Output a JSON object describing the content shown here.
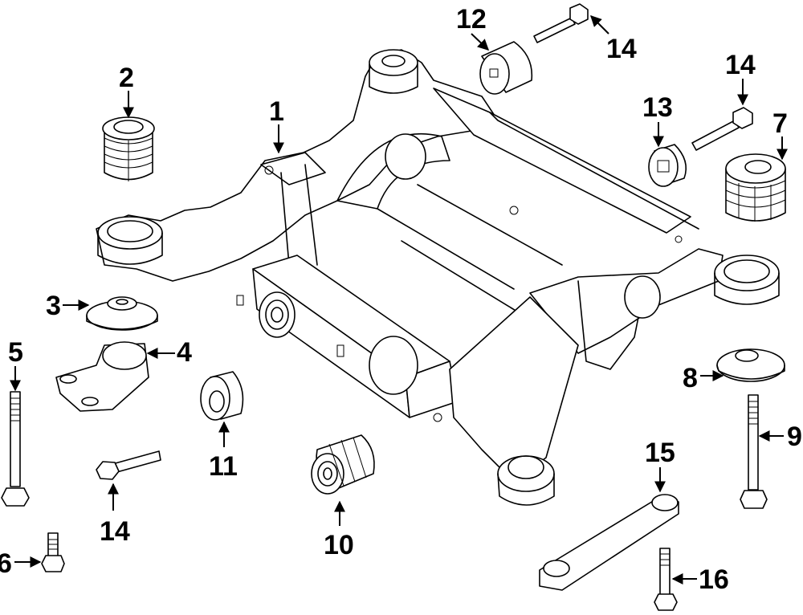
{
  "diagram": {
    "title": "Subframe exploded parts diagram",
    "callouts": [
      {
        "id": "c1",
        "label": "1",
        "part": "subframe"
      },
      {
        "id": "c2",
        "label": "2",
        "part": "bushing-front-left"
      },
      {
        "id": "c3",
        "label": "3",
        "part": "upper-washer"
      },
      {
        "id": "c4",
        "label": "4",
        "part": "mount-bracket"
      },
      {
        "id": "c5",
        "label": "5",
        "part": "long-bolt"
      },
      {
        "id": "c6",
        "label": "6",
        "part": "short-bolt"
      },
      {
        "id": "c7",
        "label": "7",
        "part": "bushing-rear-right"
      },
      {
        "id": "c8",
        "label": "8",
        "part": "lower-washer"
      },
      {
        "id": "c9",
        "label": "9",
        "part": "long-bolt-right"
      },
      {
        "id": "c10",
        "label": "10",
        "part": "ribbed-bushing"
      },
      {
        "id": "c11",
        "label": "11",
        "part": "small-bushing"
      },
      {
        "id": "c12",
        "label": "12",
        "part": "cylindrical-bushing"
      },
      {
        "id": "c13",
        "label": "13",
        "part": "grommet"
      },
      {
        "id": "c14a",
        "label": "14",
        "part": "bolt-top"
      },
      {
        "id": "c14b",
        "label": "14",
        "part": "bolt-right"
      },
      {
        "id": "c14c",
        "label": "14",
        "part": "bolt-left"
      },
      {
        "id": "c15",
        "label": "15",
        "part": "brace-bar"
      },
      {
        "id": "c16",
        "label": "16",
        "part": "brace-bolt"
      }
    ]
  }
}
